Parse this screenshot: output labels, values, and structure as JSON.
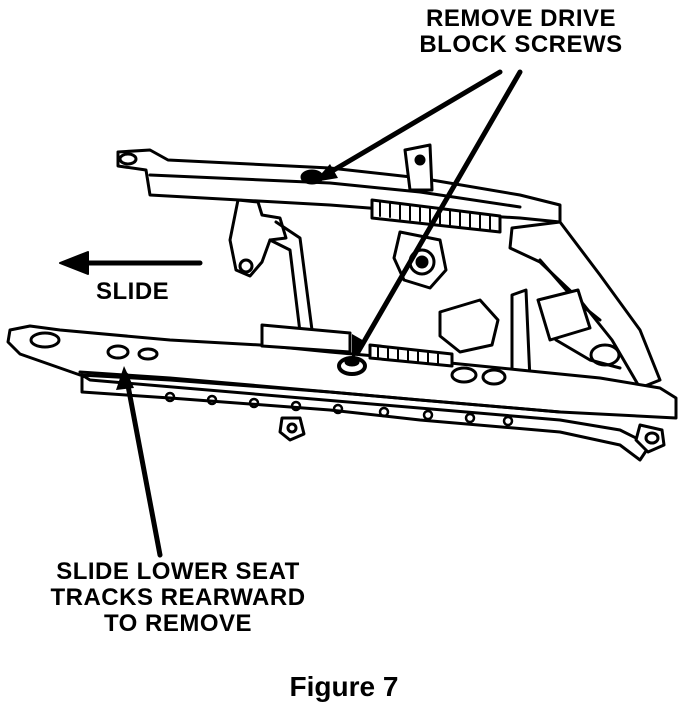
{
  "callouts": {
    "remove_screws": [
      "REMOVE DRIVE",
      "BLOCK SCREWS"
    ],
    "slide": "SLIDE",
    "slide_tracks": [
      "SLIDE LOWER SEAT",
      "TRACKS REARWARD",
      "TO REMOVE"
    ]
  },
  "caption": "Figure 7",
  "colors": {
    "ink": "#000000",
    "paper": "#ffffff"
  }
}
